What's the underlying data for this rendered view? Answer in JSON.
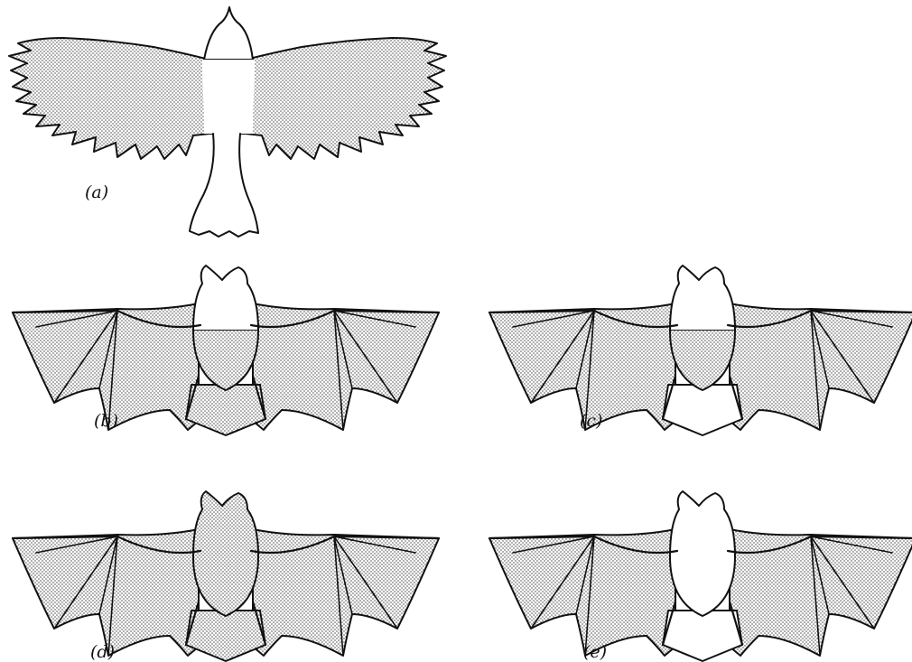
{
  "figure": {
    "panels": [
      {
        "id": "a",
        "label": "(a)",
        "subject": "bird",
        "shading": {
          "wings": true,
          "body": false,
          "tail": false
        }
      },
      {
        "id": "b",
        "label": "(b)",
        "subject": "bat",
        "shading": {
          "wings": true,
          "body": "lower-half",
          "tail_membrane": true
        }
      },
      {
        "id": "c",
        "label": "(c)",
        "subject": "bat",
        "shading": {
          "wings": true,
          "body": "lower-half",
          "tail_membrane": false
        }
      },
      {
        "id": "d",
        "label": "(d)",
        "subject": "bat",
        "shading": {
          "wings": true,
          "body": "full",
          "tail_membrane": true
        }
      },
      {
        "id": "e",
        "label": "(e)",
        "subject": "bat",
        "shading": {
          "wings": true,
          "body": "none",
          "tail_membrane": false
        }
      }
    ],
    "colors": {
      "ink": "#111111",
      "paper": "#ffffff",
      "stipple": "#111111"
    }
  }
}
